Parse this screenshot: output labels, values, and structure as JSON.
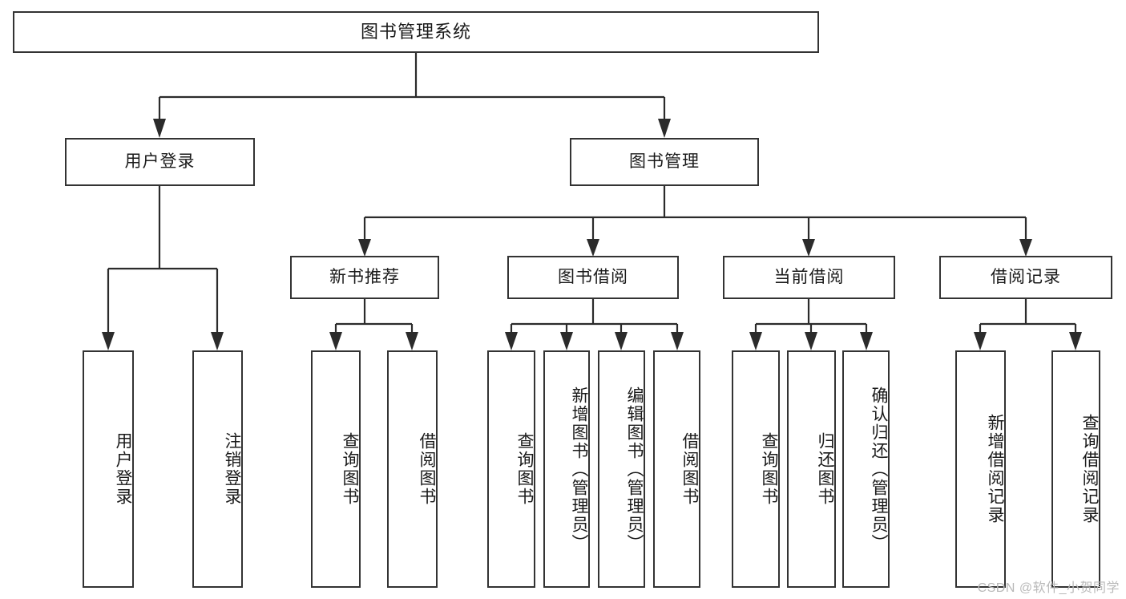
{
  "diagram": {
    "title": "图书管理系统",
    "type": "hierarchy-tree",
    "root": {
      "label": "图书管理系统"
    },
    "level2": [
      {
        "id": "user-login",
        "label": "用户登录"
      },
      {
        "id": "book-management",
        "label": "图书管理"
      }
    ],
    "level3": [
      {
        "id": "new-book-recommend",
        "label": "新书推荐"
      },
      {
        "id": "book-borrow",
        "label": "图书借阅"
      },
      {
        "id": "current-borrow",
        "label": "当前借阅"
      },
      {
        "id": "borrow-record",
        "label": "借阅记录"
      }
    ],
    "leaves": [
      {
        "id": "leaf-user-login",
        "parent": "user-login",
        "label": "用户登录"
      },
      {
        "id": "leaf-logout",
        "parent": "user-login",
        "label": "注销登录"
      },
      {
        "id": "leaf-query-book-1",
        "parent": "new-book-recommend",
        "label": "查询图书"
      },
      {
        "id": "leaf-borrow-book-1",
        "parent": "new-book-recommend",
        "label": "借阅图书"
      },
      {
        "id": "leaf-query-book-2",
        "parent": "book-borrow",
        "label": "查询图书"
      },
      {
        "id": "leaf-add-book",
        "parent": "book-borrow",
        "label": "新增图书（管理员）"
      },
      {
        "id": "leaf-edit-book",
        "parent": "book-borrow",
        "label": "编辑图书（管理员）"
      },
      {
        "id": "leaf-borrow-book-2",
        "parent": "book-borrow",
        "label": "借阅图书"
      },
      {
        "id": "leaf-query-book-3",
        "parent": "current-borrow",
        "label": "查询图书"
      },
      {
        "id": "leaf-return-book",
        "parent": "current-borrow",
        "label": "归还图书"
      },
      {
        "id": "leaf-confirm-return",
        "parent": "current-borrow",
        "label": "确认归还（管理员）"
      },
      {
        "id": "leaf-add-record",
        "parent": "borrow-record",
        "label": "新增借阅记录"
      },
      {
        "id": "leaf-query-record",
        "parent": "borrow-record",
        "label": "查询借阅记录"
      }
    ],
    "watermark": "CSDN @软件_小贺同学",
    "colors": {
      "stroke": "#333333",
      "text": "#1a1a1a",
      "background": "#ffffff",
      "watermark": "#b9b9b9"
    }
  }
}
